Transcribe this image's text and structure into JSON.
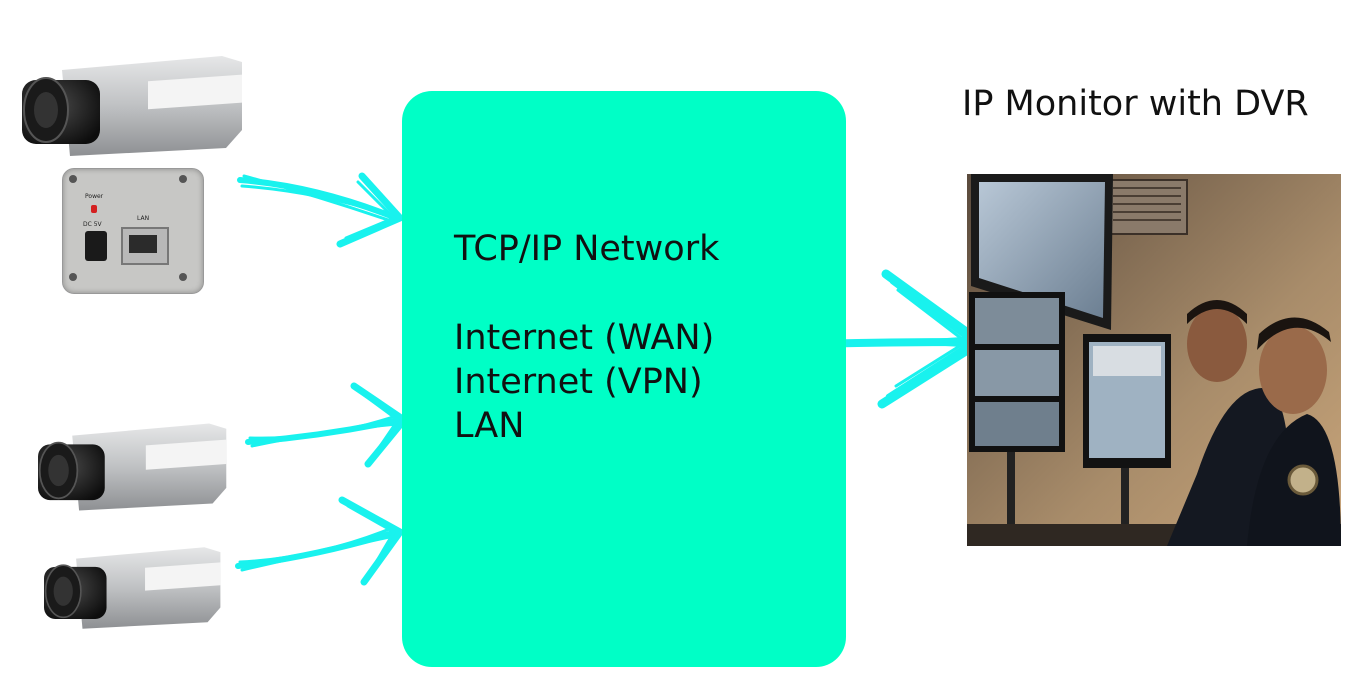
{
  "network": {
    "title": "TCP/IP Network",
    "connections": [
      "Internet (WAN)",
      "Internet (VPN)",
      "LAN"
    ]
  },
  "monitor": {
    "title": "IP Monitor with DVR"
  },
  "camera_back": {
    "power_label": "Power",
    "dc_label": "DC 5V",
    "lan_label": "LAN"
  },
  "colors": {
    "network_box": "#00ffc6",
    "arrow": "#19f2ee",
    "camera_body": "#c9cbcd",
    "lens": "#1c1c1c"
  },
  "icons": {
    "camera": "ip-camera-icon",
    "camera_back": "camera-back-panel-icon",
    "monitor_photo": "monitoring-room-photo"
  }
}
